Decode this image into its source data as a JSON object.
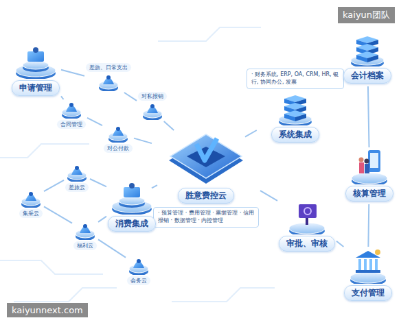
{
  "diagram": {
    "nodes": [
      {
        "text": [
          "申请管理"
        ]
      },
      {
        "text": [
          "差旅、日常支出"
        ]
      },
      {
        "text": [
          "对私报销"
        ]
      },
      {
        "text": [
          "合同管理"
        ]
      },
      {
        "text": [
          "对公付款"
        ]
      },
      {
        "text": [
          "胜意费控云",
          "· 预算管理 · 费用管理 · 票据管理 · 信用报销 · 数据管理 · 内控管理"
        ]
      },
      {
        "text": [
          "系统集成",
          "· 财务系统, ERP, OA, CRM, HR, 银行, 协同办公, 发票"
        ]
      },
      {
        "text": [
          "会计档案"
        ]
      },
      {
        "text": [
          "核算管理"
        ]
      },
      {
        "text": [
          "审批、审核"
        ]
      },
      {
        "text": [
          "支付管理"
        ]
      },
      {
        "text": [
          "消费集成"
        ]
      },
      {
        "text": [
          "集采云"
        ]
      },
      {
        "text": [
          "差旅云"
        ]
      },
      {
        "text": [
          "福利云"
        ]
      },
      {
        "text": [
          "会务云"
        ]
      }
    ],
    "edges": [
      {
        "from": 0,
        "to": 1,
        "arrow": "none"
      },
      {
        "from": 1,
        "to": 2,
        "arrow": "none"
      },
      {
        "from": 0,
        "to": 3,
        "arrow": "none"
      },
      {
        "from": 3,
        "to": 4,
        "arrow": "none"
      },
      {
        "from": 4,
        "to": 5,
        "arrow": "none"
      },
      {
        "from": 2,
        "to": 5,
        "arrow": "none"
      },
      {
        "from": 5,
        "to": 6,
        "arrow": "none"
      },
      {
        "from": 5,
        "to": 9,
        "arrow": "none"
      },
      {
        "from": 9,
        "to": 10,
        "arrow": "none"
      },
      {
        "from": 10,
        "to": 8,
        "arrow": "none"
      },
      {
        "from": 8,
        "to": 7,
        "arrow": "none"
      },
      {
        "from": 5,
        "to": 11,
        "arrow": "none"
      },
      {
        "from": 11,
        "to": 13,
        "arrow": "none"
      },
      {
        "from": 11,
        "to": 14,
        "arrow": "none"
      },
      {
        "from": 12,
        "to": 13,
        "arrow": "none"
      },
      {
        "from": 12,
        "to": 14,
        "arrow": "none"
      },
      {
        "from": 14,
        "to": 15,
        "arrow": "none"
      }
    ],
    "labels": [
      "kaiyun团队",
      "kaiyunnext.com"
    ]
  }
}
